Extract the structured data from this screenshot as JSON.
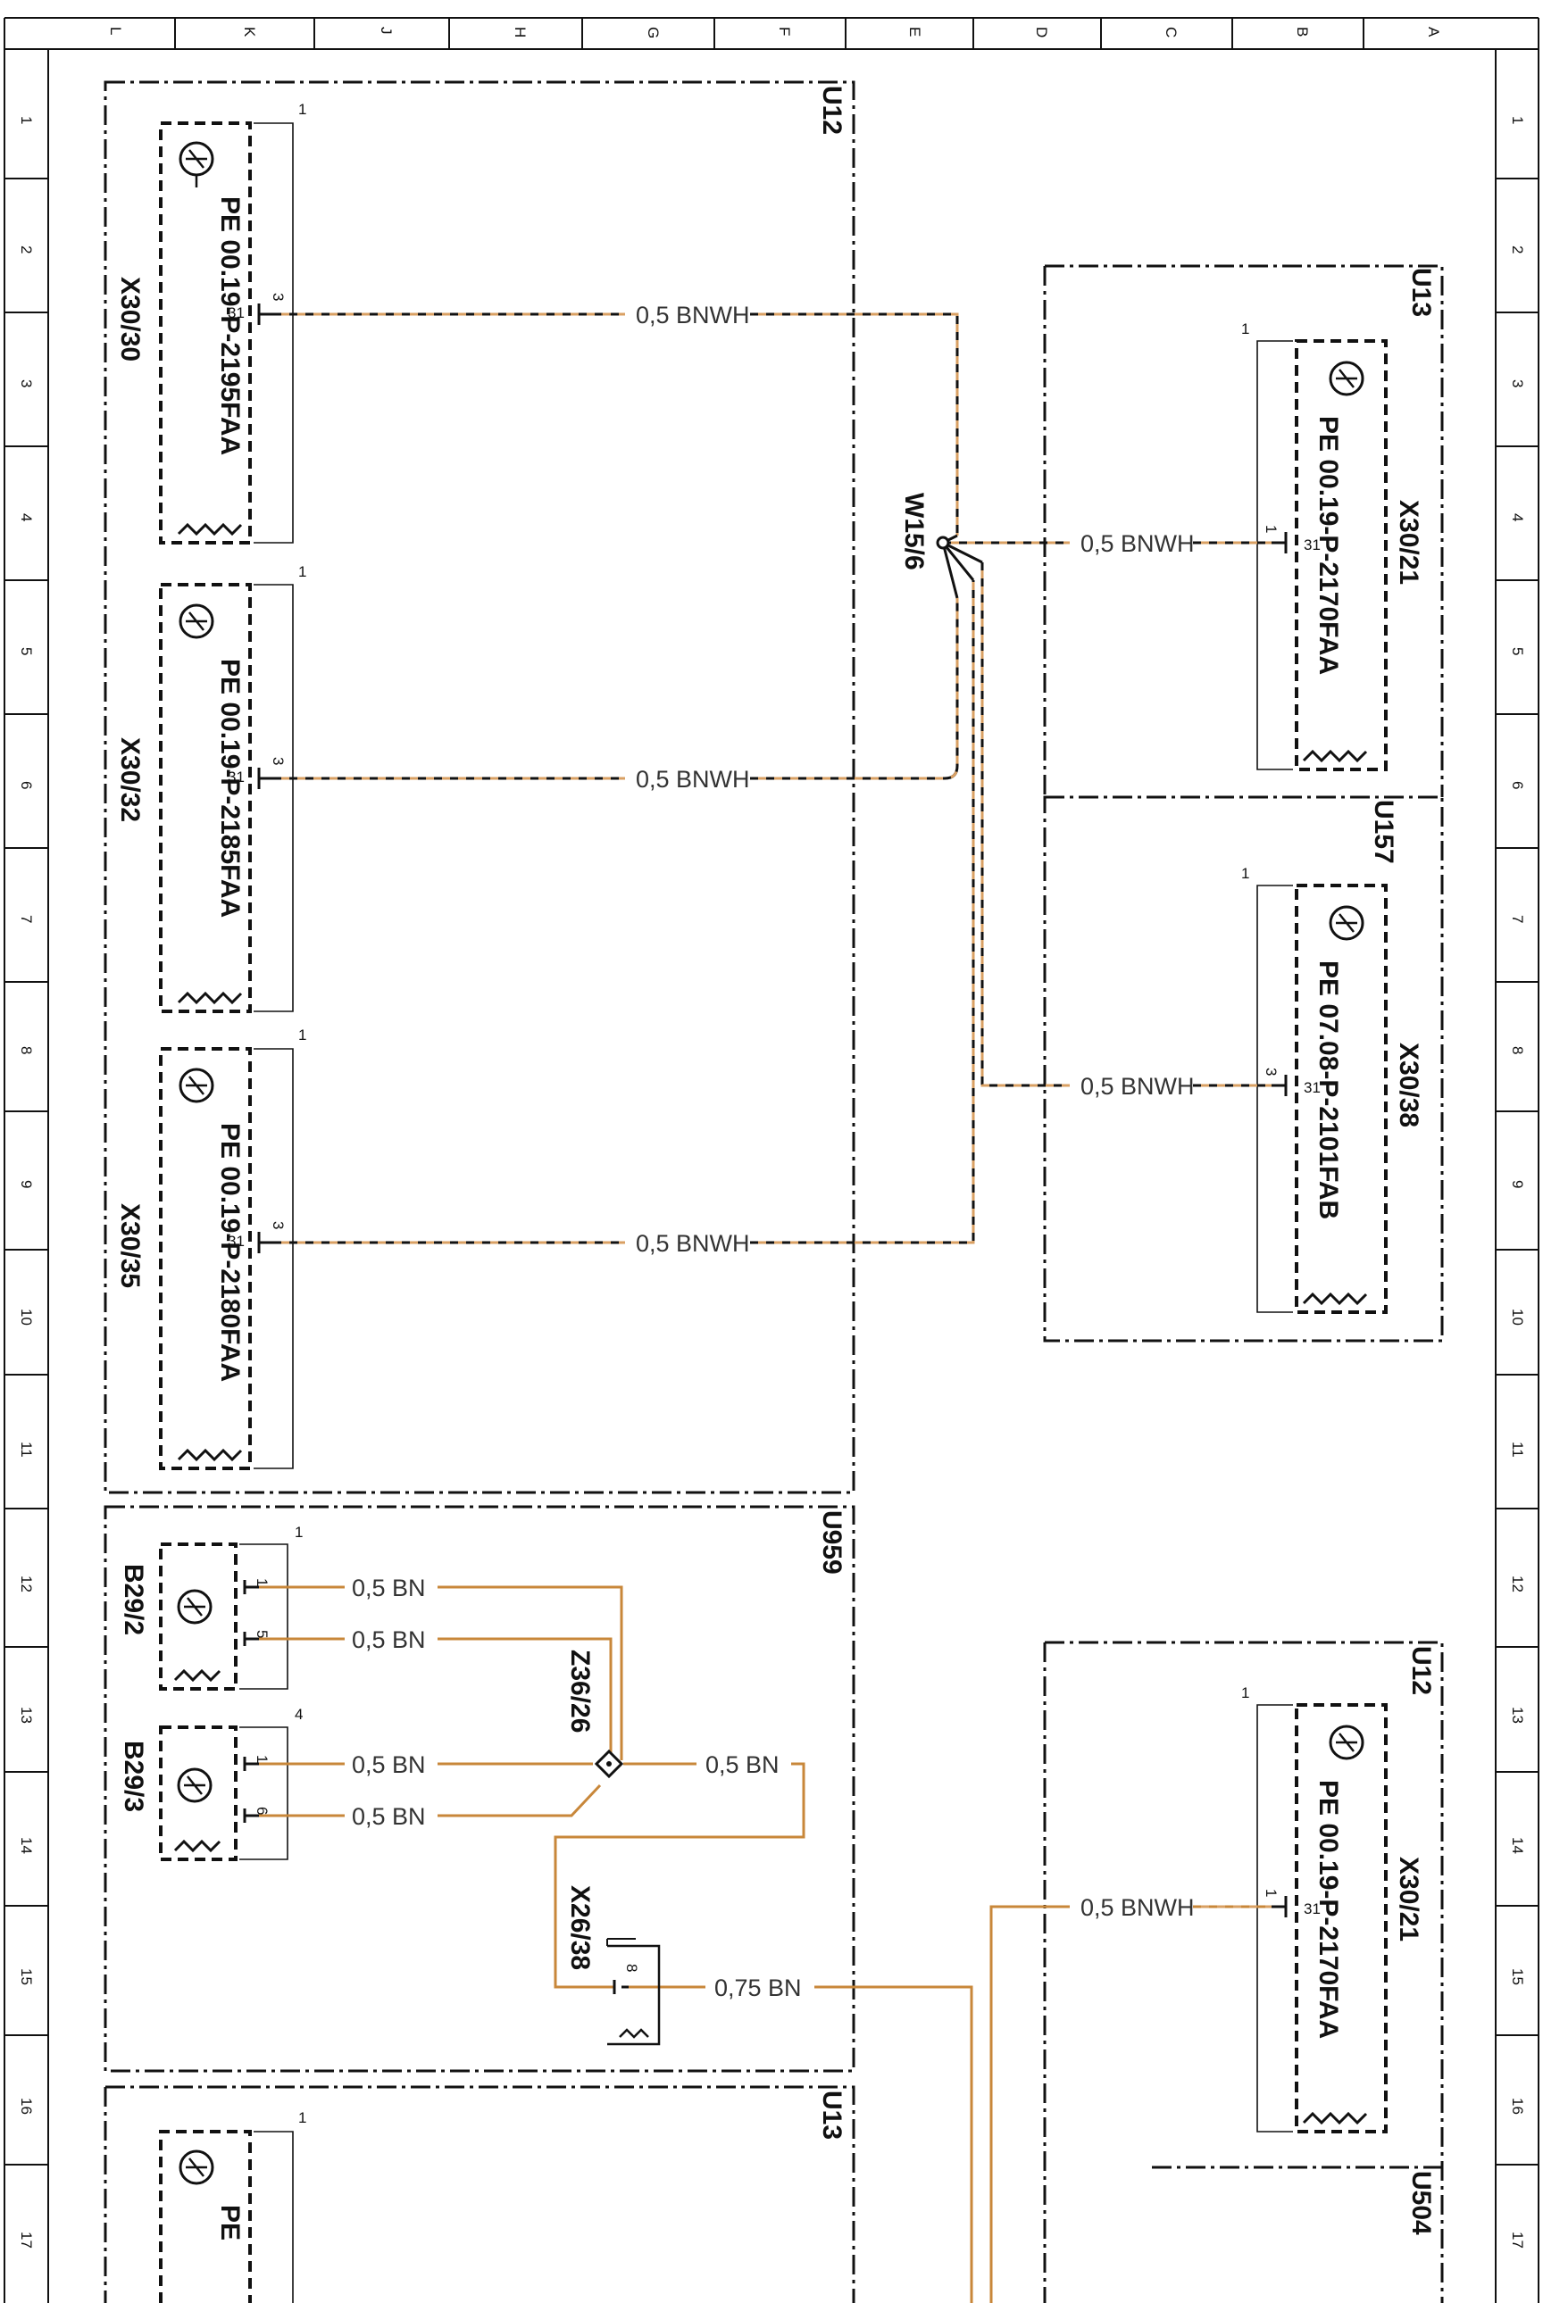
{
  "grid": {
    "columns": [
      "L",
      "K",
      "J",
      "H",
      "G",
      "F",
      "E",
      "D",
      "C",
      "B",
      "A"
    ],
    "rows": [
      "1",
      "2",
      "3",
      "4",
      "5",
      "6",
      "7",
      "8",
      "9",
      "10",
      "11",
      "12",
      "13",
      "14",
      "15",
      "16",
      "17"
    ]
  },
  "regions": {
    "u12_top": "U12",
    "u13_right": "U13",
    "u157": "U157",
    "u959": "U959",
    "u12_right": "U12",
    "u13_bottom": "U13",
    "u504": "U504"
  },
  "connectors": {
    "x30_30": {
      "name": "X30/30",
      "ref": "PE 00.19-P-2195FAA",
      "wire": "0,5 BNWH",
      "pin_top": "3",
      "pin_bottom": "31",
      "corner": "1"
    },
    "x30_32": {
      "name": "X30/32",
      "ref": "PE 00.19-P-2185FAA",
      "wire": "0,5 BNWH",
      "pin_top": "3",
      "pin_bottom": "31",
      "corner": "1"
    },
    "x30_35": {
      "name": "X30/35",
      "ref": "PE 00.19-P-2180FAA",
      "wire": "0,5 BNWH",
      "pin_top": "3",
      "pin_bottom": "31",
      "corner": "1"
    },
    "x30_21_top": {
      "name": "X30/21",
      "ref": "PE 00.19-P-2170FAA",
      "wire": "0,5 BNWH",
      "pin_top": "1",
      "pin_bottom": "31",
      "corner": "1"
    },
    "x30_38": {
      "name": "X30/38",
      "ref": "PE 07.08-P-2101FAB",
      "wire": "0,5 BNWH",
      "pin_top": "3",
      "pin_bottom": "31",
      "corner": "1"
    },
    "x30_21_bottom": {
      "name": "X30/21",
      "ref": "PE 00.19-P-2170FAA",
      "wire": "0,5 BNWH",
      "pin_top": "1",
      "pin_bottom": "31",
      "corner": "1"
    },
    "bottom_left": {
      "ref": "PE",
      "corner": "1"
    }
  },
  "splice": {
    "w15_6": "W15/6",
    "z36_26": "Z36/26"
  },
  "sensors": {
    "b29_2": {
      "name": "B29/2",
      "corner": "1",
      "pin_a": "1",
      "pin_b": "5",
      "wire_a": "0,5 BN",
      "wire_b": "0,5 BN"
    },
    "b29_3": {
      "name": "B29/3",
      "corner": "4",
      "pin_a": "1",
      "pin_b": "6",
      "wire_a": "0,5 BN",
      "wire_b": "0,5 BN"
    }
  },
  "z36_out": "0,5 BN",
  "x26_38": {
    "name": "X26/38",
    "pin": "8",
    "wire": "0,75 BN"
  },
  "colors": {
    "wire_brown": "#c8873a",
    "wire_stripe": "#d9a063",
    "line": "#111111"
  }
}
